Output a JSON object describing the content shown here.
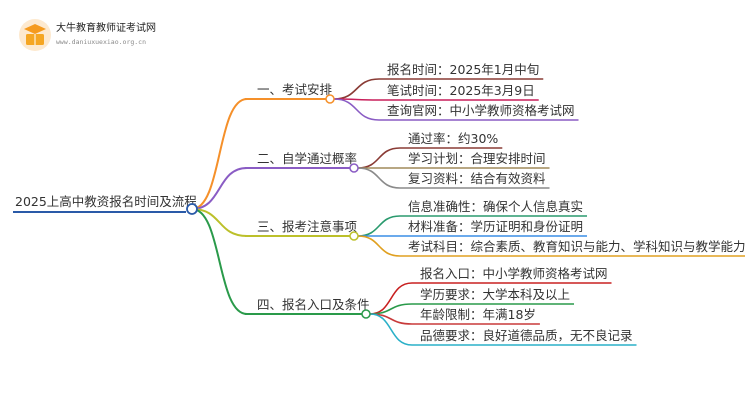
{
  "brand": {
    "name": "大牛教育教师证考试网",
    "url": "www.daniuxuexiao.org.cn"
  },
  "root": {
    "label": "2025上高中教资报名时间及流程"
  },
  "branches": [
    {
      "label": "一、考试安排",
      "color": "#f5902a",
      "children": [
        {
          "label": "报名时间：2025年1月中旬",
          "color": "#8a3b35"
        },
        {
          "label": "笔试时间：2025年3月9日",
          "color": "#c81f5a"
        },
        {
          "label": "查询官网：中小学教师资格考试网",
          "color": "#8a5cc4"
        }
      ]
    },
    {
      "label": "二、自学通过概率",
      "color": "#8a5cc4",
      "children": [
        {
          "label": "通过率：约30%",
          "color": "#8a3b35"
        },
        {
          "label": "学习计划：合理安排时间",
          "color": "#a08a5a"
        },
        {
          "label": "复习资料：结合有效资料",
          "color": "#8a8a8a"
        }
      ]
    },
    {
      "label": "三、报考注意事项",
      "color": "#bcc02a",
      "children": [
        {
          "label": "信息准确性：确保个人信息真实",
          "color": "#2a9a6e"
        },
        {
          "label": "材料准备：学历证明和身份证明",
          "color": "#3a8ee6"
        },
        {
          "label": "考试科目：综合素质、教育知识与能力、学科知识与教学能力",
          "color": "#e0a020"
        }
      ]
    },
    {
      "label": "四、报名入口及条件",
      "color": "#2a9a4a",
      "children": [
        {
          "label": "报名入口：中小学教师资格考试网",
          "color": "#c82020"
        },
        {
          "label": "学历要求：大学本科及以上",
          "color": "#2a9a4a"
        },
        {
          "label": "年龄限制：年满18岁",
          "color": "#c83a3a"
        },
        {
          "label": "品德要求：良好道德品质，无不良记录",
          "color": "#2ab0c8"
        }
      ]
    }
  ]
}
